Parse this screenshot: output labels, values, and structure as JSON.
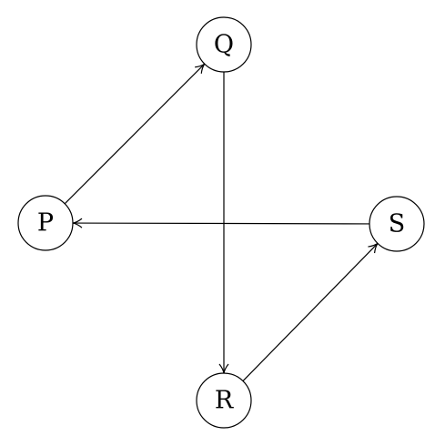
{
  "graph": {
    "nodes": [
      {
        "id": "Q",
        "label": "Q"
      },
      {
        "id": "P",
        "label": "P"
      },
      {
        "id": "S",
        "label": "S"
      },
      {
        "id": "R",
        "label": "R"
      }
    ],
    "edges": [
      {
        "from": "P",
        "to": "Q"
      },
      {
        "from": "Q",
        "to": "R"
      },
      {
        "from": "S",
        "to": "P"
      },
      {
        "from": "R",
        "to": "S"
      }
    ],
    "directed": true,
    "line_color": "#000000",
    "node_fill": "#ffffff"
  }
}
